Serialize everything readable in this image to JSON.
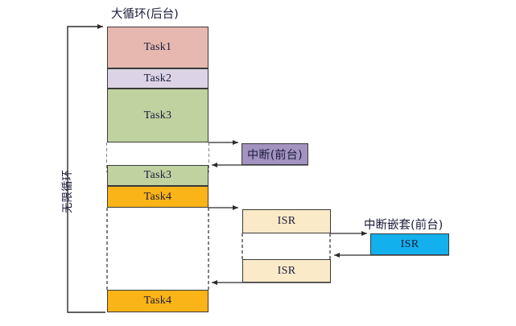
{
  "diagram": {
    "title_background_loop": "大循环(后台)",
    "label_infinite_loop": "无限循环",
    "label_interrupt_foreground": "中断(前台)",
    "label_interrupt_nested": "中断嵌套(前台)",
    "caption": ""
  },
  "colors": {
    "task1": "#e6b8b0",
    "task2": "#dcd4e6",
    "task3": "#c0d2a0",
    "task4": "#fbb417",
    "interrupt": "#a293c0",
    "isr": "#fbeac8",
    "isr_nested": "#12b0ec",
    "stroke": "#3a3a3a",
    "text": "#1b1b3a"
  },
  "blocks": {
    "task1": {
      "label": "Task1"
    },
    "task2": {
      "label": "Task2"
    },
    "task3_long": {
      "label": "Task3"
    },
    "task3_resume": {
      "label": "Task3"
    },
    "task4_first": {
      "label": "Task4"
    },
    "task4_resume": {
      "label": "Task4"
    },
    "interrupt": {
      "label": "中断(前台)"
    },
    "isr_first": {
      "label": "ISR"
    },
    "isr_second": {
      "label": "ISR"
    },
    "isr_nested": {
      "label": "ISR"
    }
  }
}
